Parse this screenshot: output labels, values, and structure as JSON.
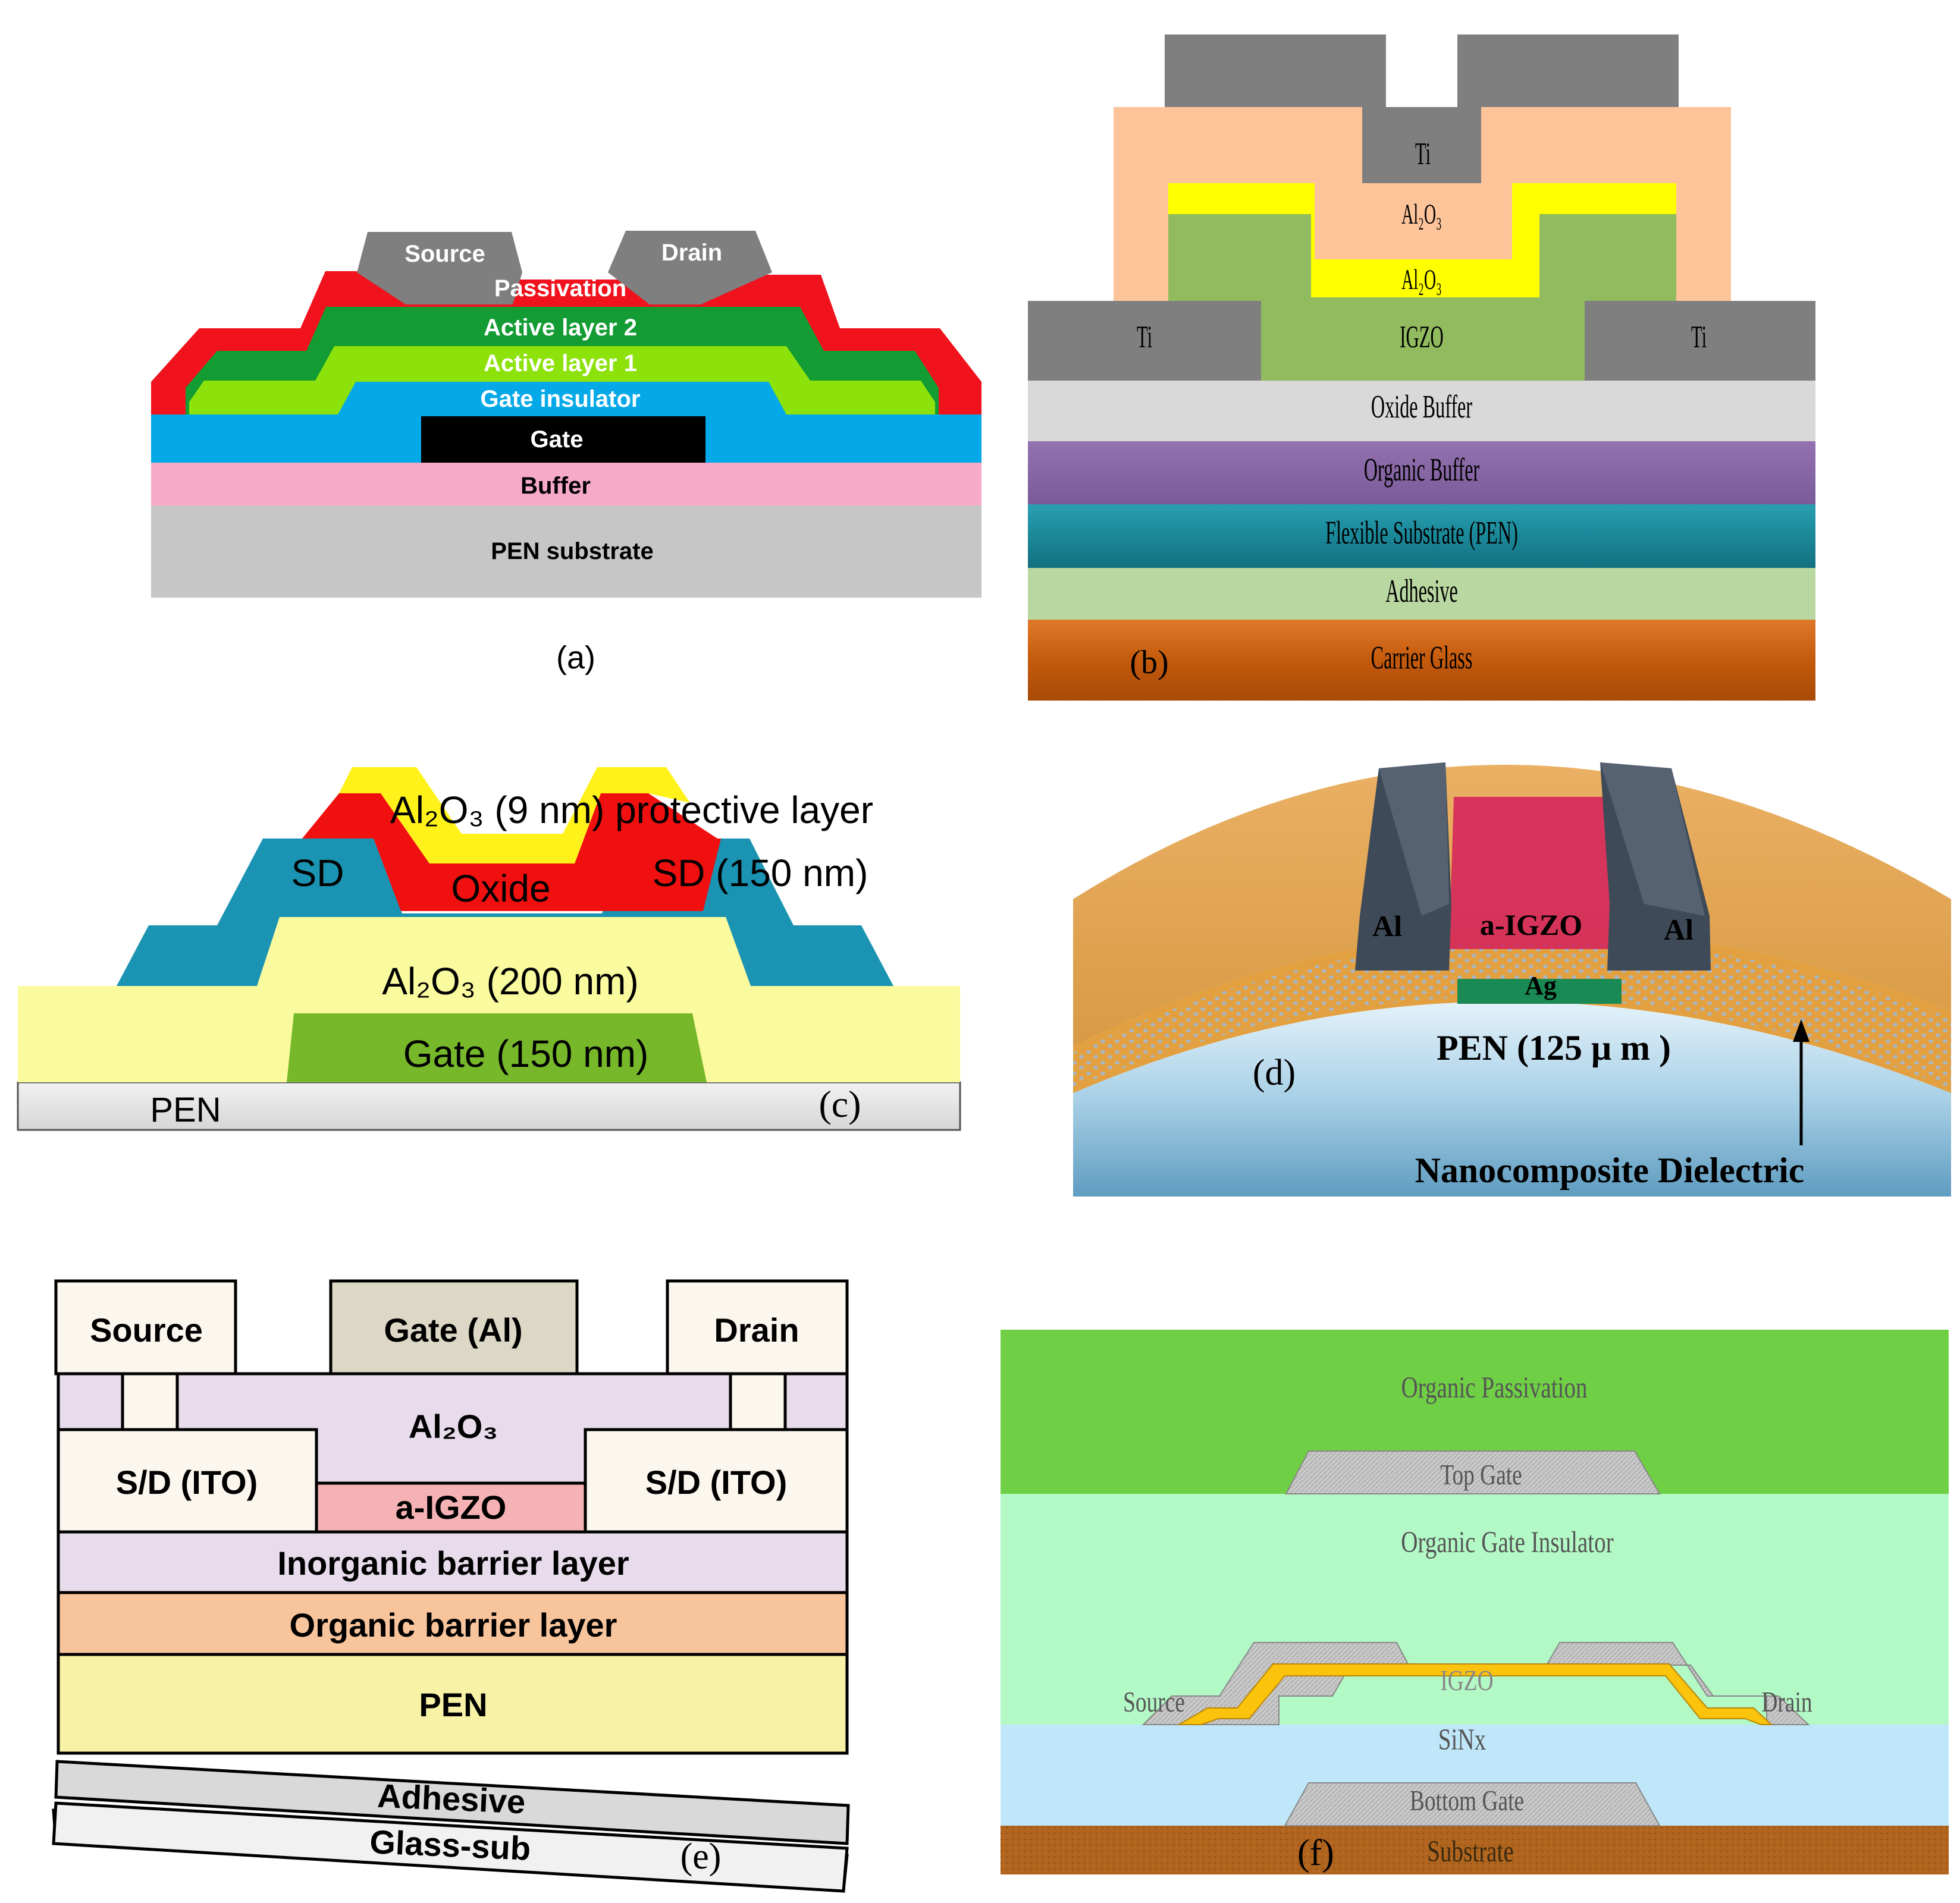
{
  "panel_a": {
    "source": "Source",
    "drain": "Drain",
    "passivation": "Passivation",
    "active2": "Active layer 2",
    "active1": "Active layer 1",
    "gate_insulator": "Gate insulator",
    "gate": "Gate",
    "buffer": "Buffer",
    "substrate": "PEN substrate",
    "caption": "(a)"
  },
  "panel_b": {
    "ti_top": "Ti",
    "al2o3_upper": "Al₂O₃",
    "al2o3_lower": "Al₂O₃",
    "ti_left": "Ti",
    "igzo": "IGZO",
    "ti_right": "Ti",
    "oxide_buffer": "Oxide Buffer",
    "organic_buffer": "Organic Buffer",
    "flexible_substrate": "Flexible Substrate (PEN)",
    "adhesive": "Adhesive",
    "carrier_glass": "Carrier Glass",
    "caption": "(b)"
  },
  "panel_c": {
    "protective": "Al₂O₃ (9 nm) protective layer",
    "sd_left": "SD",
    "sd_right": "SD (150 nm)",
    "oxide": "Oxide",
    "dielectric": "Al₂O₃ (200 nm)",
    "gate": "Gate (150 nm)",
    "pen": "PEN",
    "caption": "(c)"
  },
  "panel_d": {
    "al_left": "Al",
    "channel": "a-IGZO",
    "al_right": "Al",
    "gate": "Ag",
    "substrate": "PEN (125 μ m )",
    "dielectric_label": "Nanocomposite Dielectric",
    "caption": "(d)"
  },
  "panel_e": {
    "source": "Source",
    "gate": "Gate (Al)",
    "drain": "Drain",
    "al2o3": "Al₂O₃",
    "sd_left": "S/D (ITO)",
    "sd_right": "S/D (ITO)",
    "channel": "a-IGZO",
    "inorganic": "Inorganic barrier layer",
    "organic": "Organic barrier layer",
    "pen": "PEN",
    "adhesive": "Adhesive",
    "glass": "Glass-sub",
    "caption": "(e)"
  },
  "panel_f": {
    "passivation": "Organic Passivation",
    "top_gate": "Top Gate",
    "gate_insulator": "Organic Gate Insulator",
    "igzo": "IGZO",
    "source": "Source",
    "drain": "Drain",
    "sinx": "SiNx",
    "bottom_gate": "Bottom Gate",
    "substrate": "Substrate",
    "caption": "(f)"
  }
}
